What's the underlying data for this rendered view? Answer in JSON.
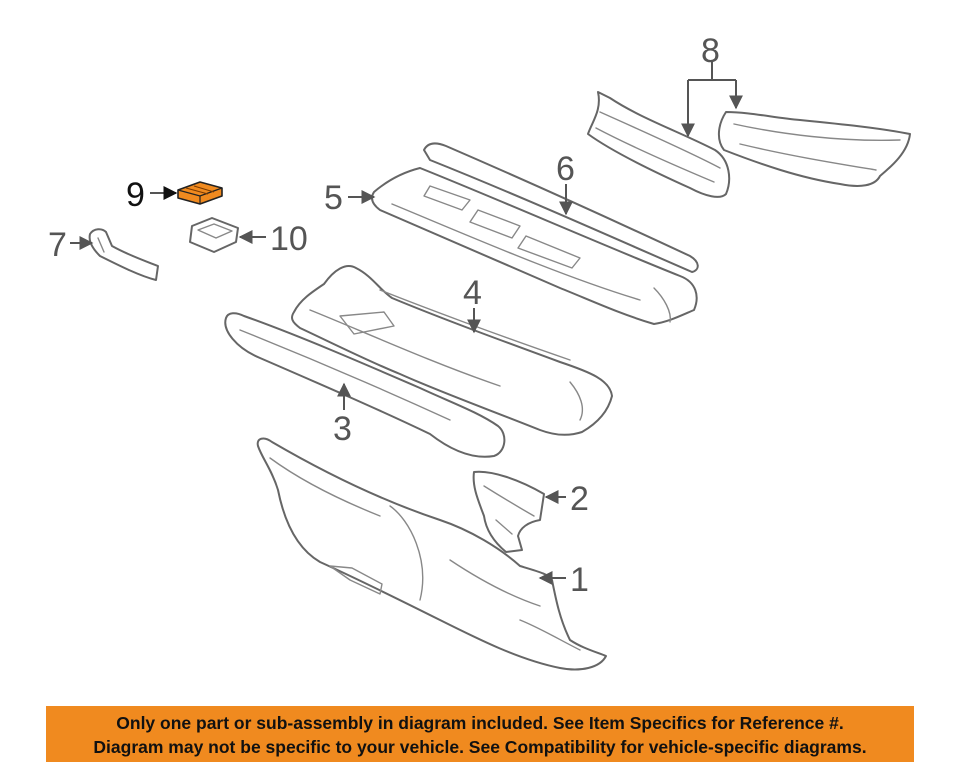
{
  "diagram": {
    "callouts": {
      "c1": "1",
      "c2": "2",
      "c3": "3",
      "c4": "4",
      "c5": "5",
      "c6": "6",
      "c7": "7",
      "c8": "8",
      "c9": "9",
      "c10": "10"
    },
    "highlight_color": "#f08a1f",
    "highlighted_part": "9"
  },
  "banner": {
    "line1": "Only one part or sub-assembly in diagram included. See Item Specifics for Reference #.",
    "line2": "Diagram may not be specific to your vehicle. See Compatibility for vehicle-specific diagrams.",
    "color": "#f08a1f"
  }
}
